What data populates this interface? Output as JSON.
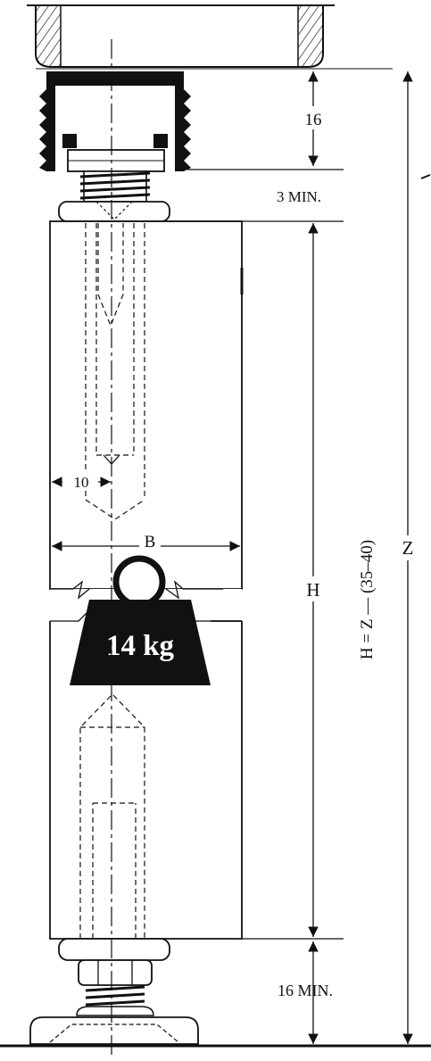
{
  "labels": {
    "dim_top": "16",
    "dim_gap": "3 MIN.",
    "dim_10": "10",
    "dim_b": "B",
    "dim_h": "H",
    "formula": "H = Z — (35–40)",
    "dim_z": "Z",
    "weight": "14 kg",
    "dim_bottom": "16 MIN."
  },
  "colors": {
    "ink": "#111111",
    "paper": "#ffffff"
  }
}
